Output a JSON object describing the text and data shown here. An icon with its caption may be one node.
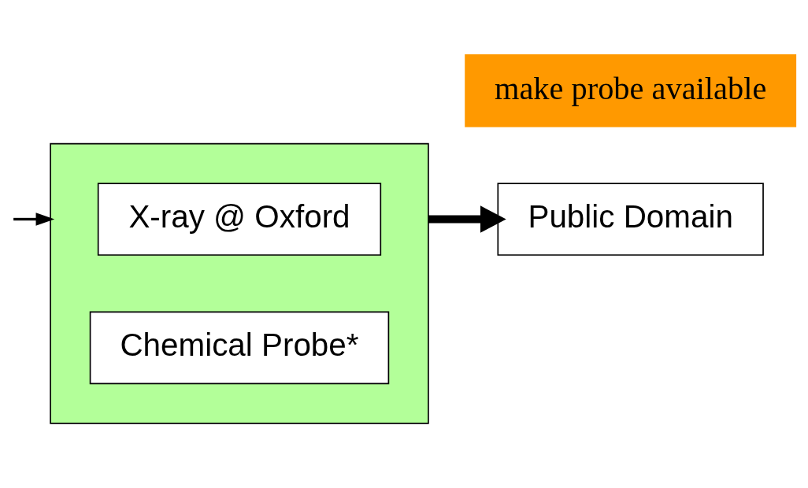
{
  "diagram": {
    "nodes": [
      {
        "text": [],
        "shape": "box"
      },
      {
        "text": [
          "X-ray @ Oxford"
        ],
        "in": 0
      },
      {
        "text": [
          "Chemical Probe*"
        ],
        "in": 0
      },
      {
        "text": [
          "Public Domain"
        ]
      },
      {
        "text": [
          "make probe available"
        ]
      }
    ],
    "edges": [
      {
        "from": null,
        "to": 0,
        "arrow": "to"
      },
      {
        "from": 0,
        "to": 3,
        "arrow": "to",
        "style": "thick"
      }
    ]
  }
}
